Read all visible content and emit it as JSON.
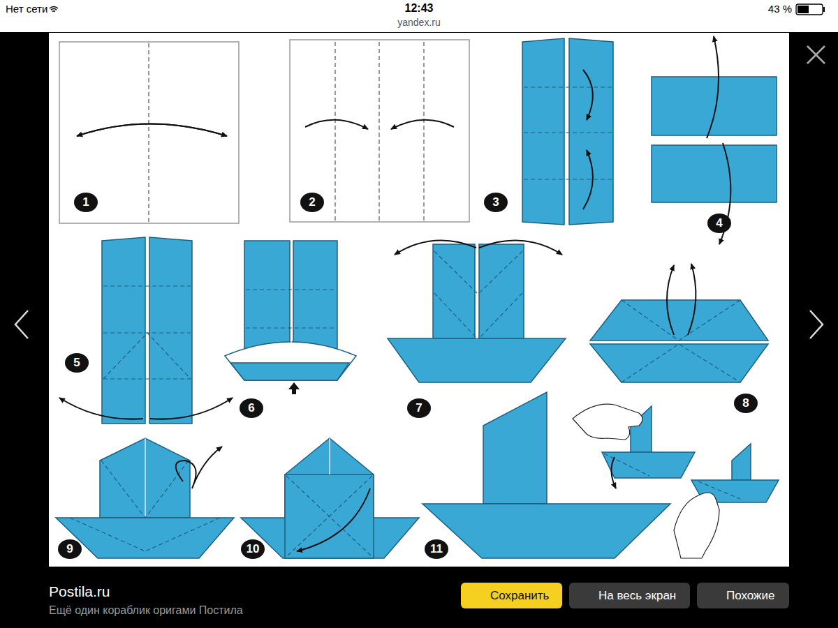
{
  "diagram": {
    "title": "Postila.ru",
    "caption": "Ещё один кораблик оригами Постила",
    "nodes": [
      {
        "text": [
          "Сохранить"
        ]
      },
      {
        "text": [
          "На весь экран"
        ]
      },
      {
        "text": [
          "Похожие"
        ]
      }
    ],
    "labels": [
      "Нет сети",
      "12:43",
      "yandex.ru",
      "43 %",
      "1",
      "2",
      "3",
      "4",
      "5",
      "6",
      "7",
      "8",
      "9",
      "10",
      "11"
    ]
  }
}
